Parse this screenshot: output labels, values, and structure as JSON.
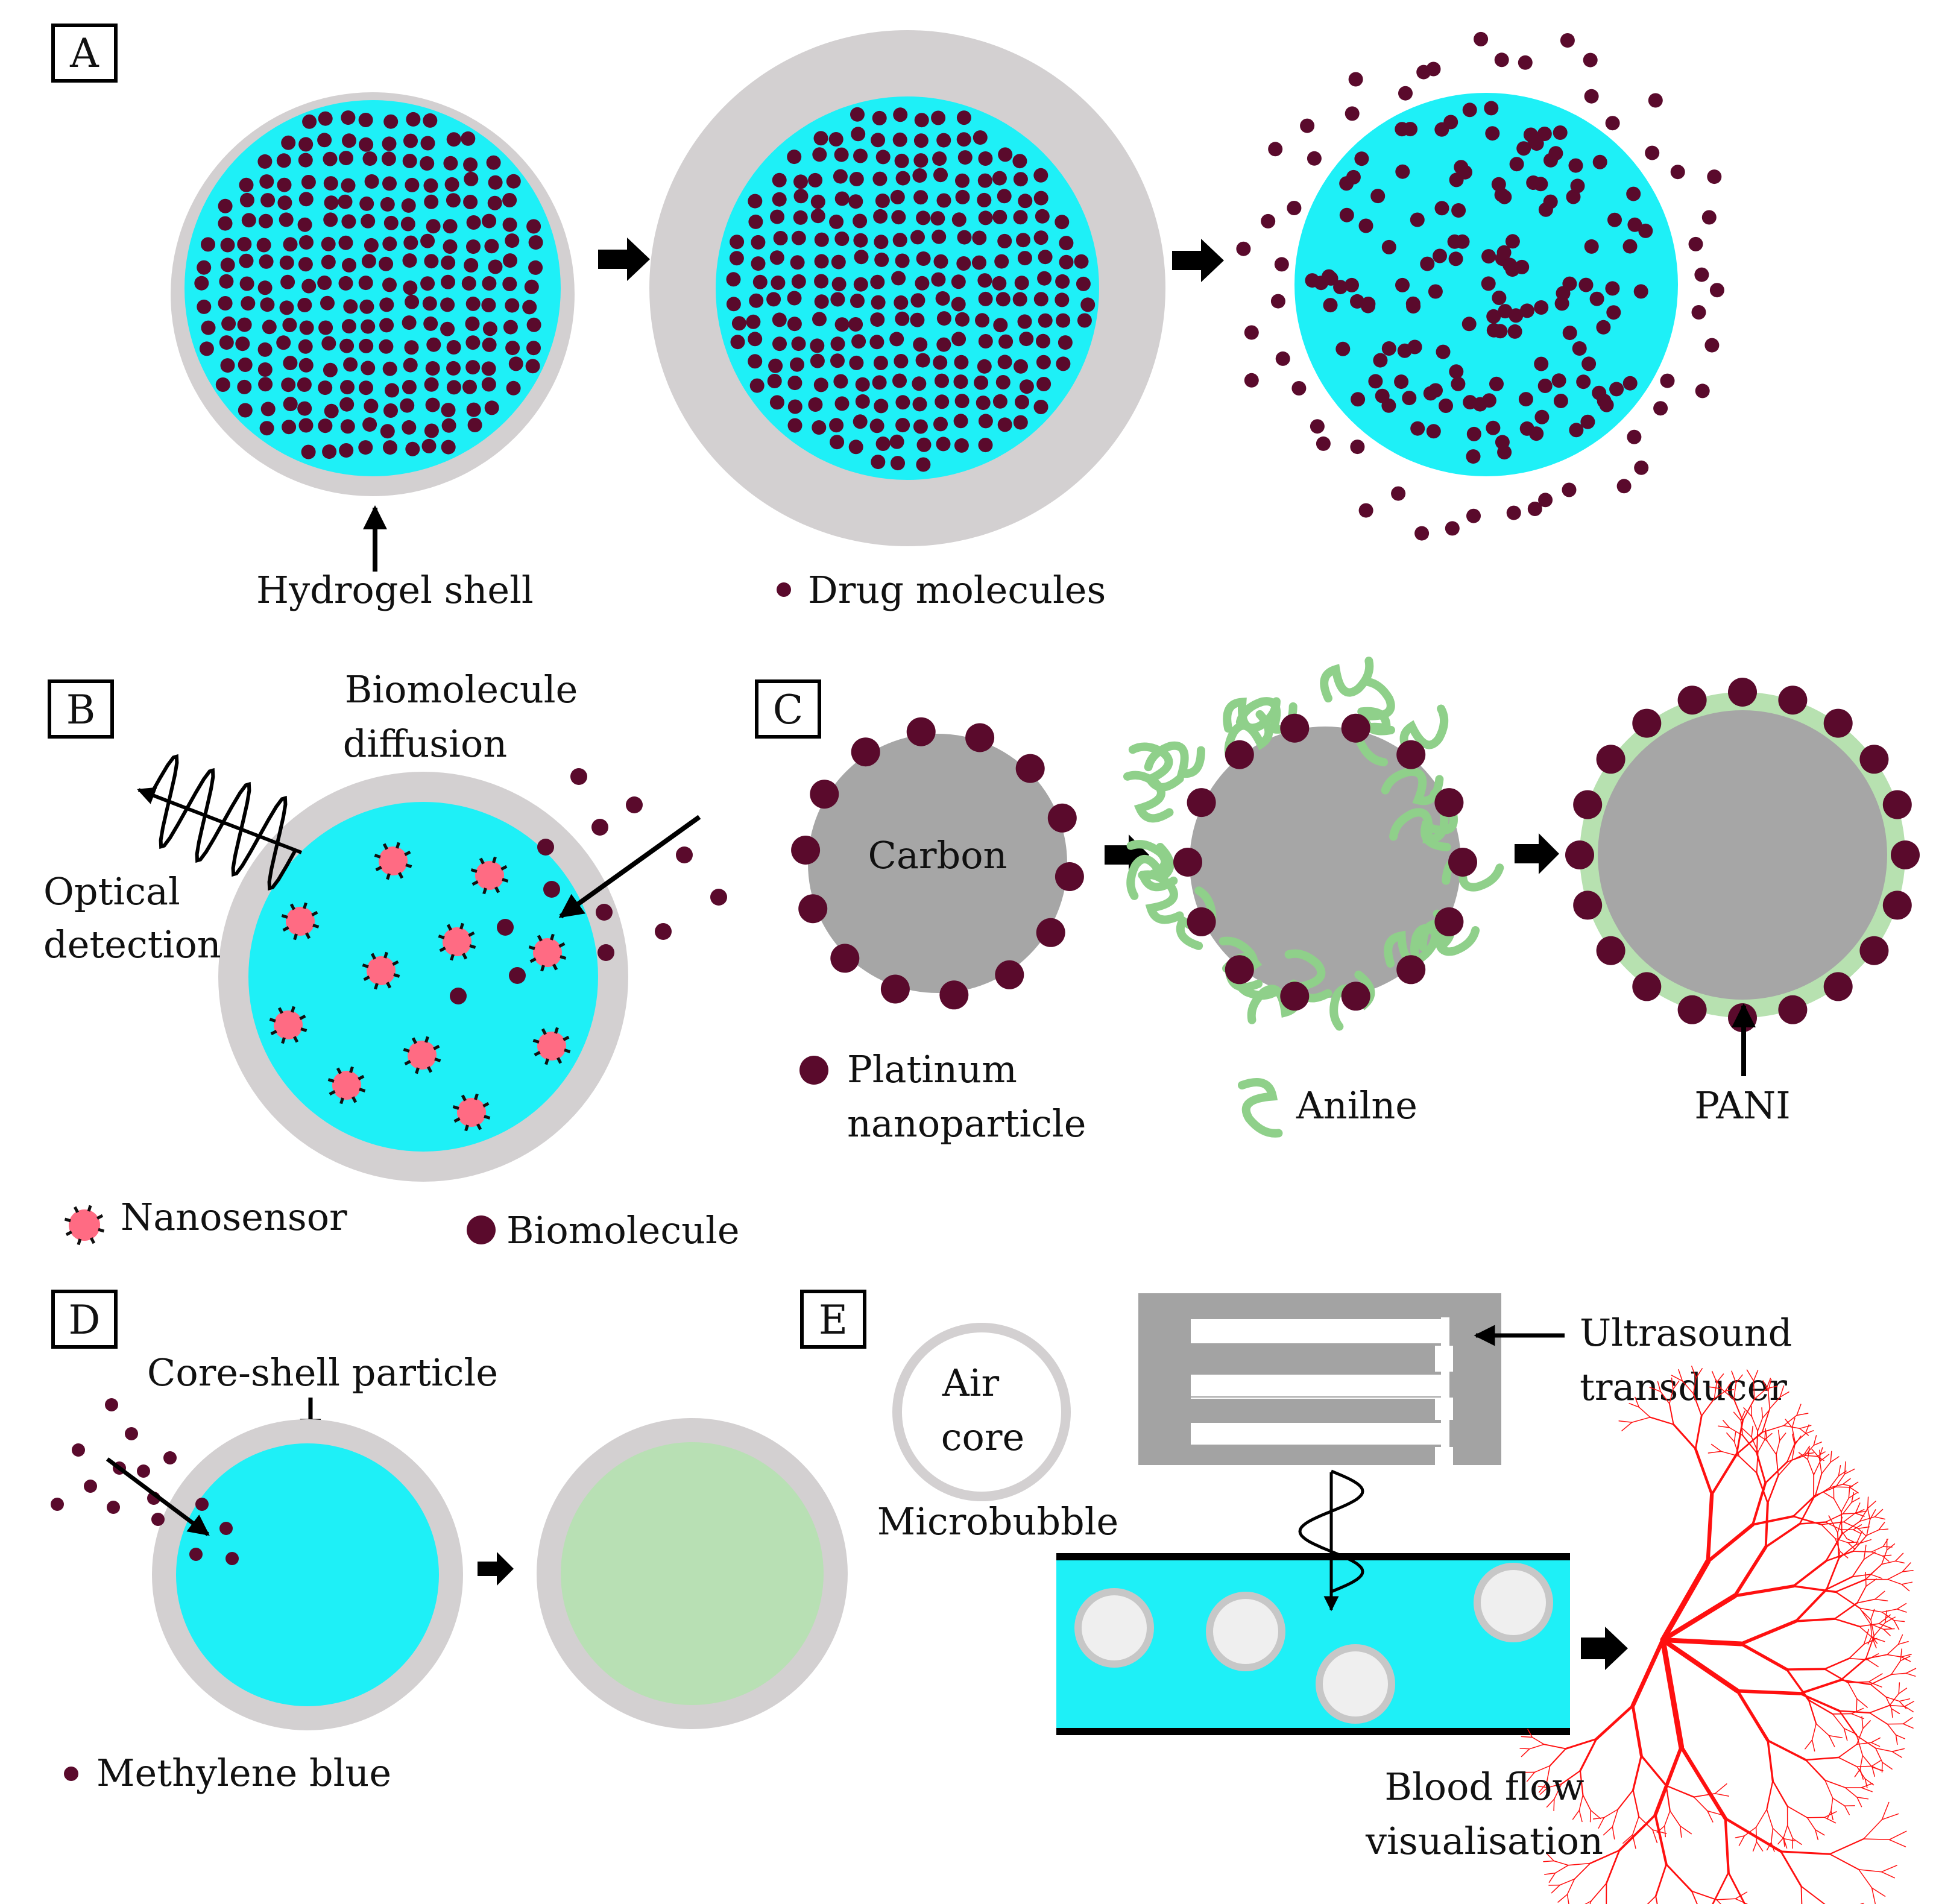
{
  "colors": {
    "shell": "#d3d0d1",
    "core": "#1ef0f7",
    "drug": "#5a0a2c",
    "nanosensor": "#ff6b83",
    "carbon": "#a6a6a6",
    "pani": "#b7e1b0",
    "aniline": "#8fd08a",
    "loaded_core": "#b8e0b4",
    "transducer": "#a3a3a3",
    "microbubble": "#efefef",
    "vessel": "#ff1010",
    "outline": "#000000"
  },
  "panels": {
    "a": {
      "letter": "A",
      "hydrogel_shell": "Hydrogel shell",
      "drug_molecules": "Drug molecules"
    },
    "b": {
      "letter": "B",
      "diffusion_line1": "Biomolecule",
      "diffusion_line2": "diffusion",
      "optical_line1": "Optical",
      "optical_line2": "detection",
      "nanosensor": "Nanosensor",
      "biomolecule": "Biomolecule"
    },
    "c": {
      "letter": "C",
      "carbon": "Carbon",
      "platinum_line1": "Platinum",
      "platinum_line2": "nanoparticle",
      "aniline": "Anilne",
      "pani": "PANI"
    },
    "d": {
      "letter": "D",
      "core_shell": "Core-shell particle",
      "methylene_blue": "Methylene blue"
    },
    "e": {
      "letter": "E",
      "air_line1": "Air",
      "air_line2": "core",
      "microbubble": "Microbubble",
      "transducer_line1": "Ultrasound",
      "transducer_line2": "transducer",
      "flow_line1": "Blood flow",
      "flow_line2": "visualisation"
    }
  },
  "icons": [
    "arrow-right-icon",
    "arrow-up-icon",
    "wave-icon",
    "aniline-squiggle-icon",
    "vessel-tree-icon"
  ]
}
